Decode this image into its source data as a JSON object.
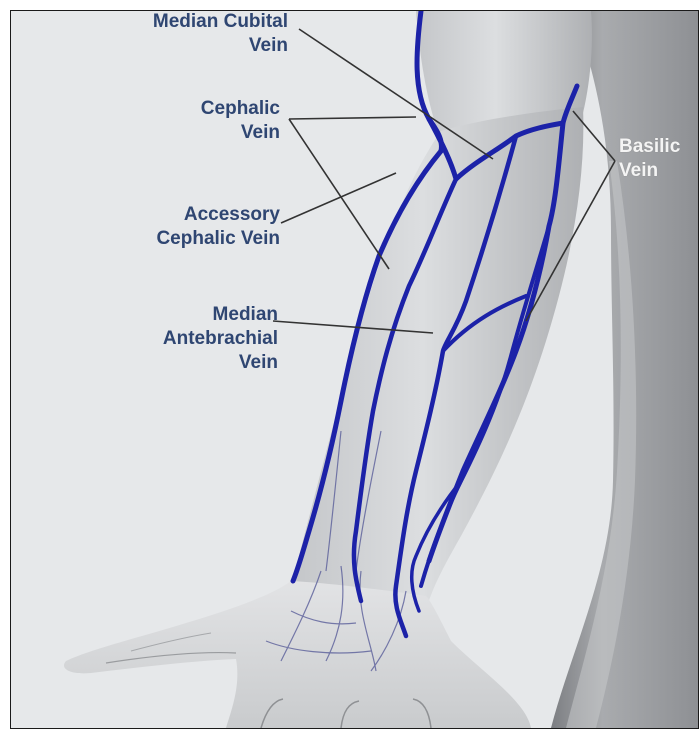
{
  "colors": {
    "background": "#e6e8ea",
    "vein": "#1c22a8",
    "label_dark": "#2f4672",
    "label_light": "#f4f4f4",
    "leader": "#333333"
  },
  "labels": {
    "median_cubital": [
      "Median Cubital",
      "Vein"
    ],
    "cephalic": [
      "Cephalic",
      "Vein"
    ],
    "accessory_cephalic": [
      "Accessory",
      "Cephalic Vein"
    ],
    "median_antebrachial": [
      "Median",
      "Antebrachial",
      "Vein"
    ],
    "basilic": [
      "Basilic",
      "Vein"
    ]
  }
}
